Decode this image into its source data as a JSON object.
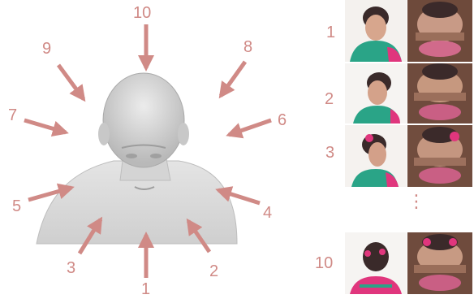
{
  "head_view_labels": [
    "1",
    "2",
    "3",
    "4",
    "5",
    "6",
    "7",
    "8",
    "9",
    "10"
  ],
  "row_labels": [
    "1",
    "2",
    "3",
    "10"
  ],
  "ellipsis_glyph": "⋮",
  "colors": {
    "arrow": "#d08a86",
    "mesh": "#cfcfcf"
  },
  "icons": [
    "arrow-icon"
  ]
}
